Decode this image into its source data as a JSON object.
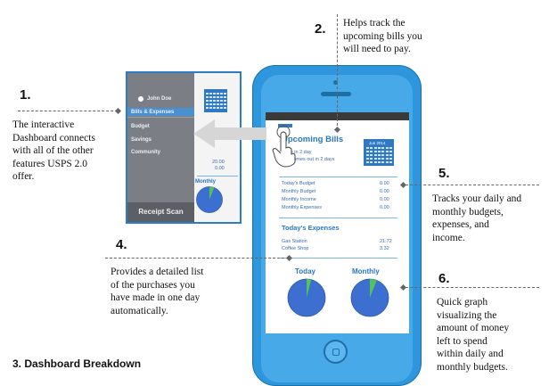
{
  "figure_title": "3. Dashboard Breakdown",
  "callouts": [
    {
      "number": "1.",
      "lines": [
        "The interactive",
        "Dashboard connects",
        "with all of the other",
        "features USPS 2.0",
        "offer."
      ]
    },
    {
      "number": "2.",
      "lines": [
        "Helps track the",
        "upcoming bills you",
        "will need to pay."
      ]
    },
    {
      "number": "4.",
      "lines": [
        "Provides a detailed list",
        "of the purchases you",
        "have made in one day",
        "automatically."
      ]
    },
    {
      "number": "5.",
      "lines": [
        "Tracks your daily and",
        "monthly budgets,",
        "expenses, and",
        "income."
      ]
    },
    {
      "number": "6.",
      "lines": [
        "Quick graph",
        "visualizing the",
        "amount of money",
        "left to spend",
        "within daily and",
        "monthly budgets."
      ]
    }
  ],
  "menu": {
    "user": "John Doe",
    "items": [
      "Bills & Expenses",
      "Budget",
      "Savings",
      "Community"
    ],
    "receipt_button": "Receipt Scan",
    "side_values": [
      "20.00",
      "0.00"
    ],
    "budget_label": "Monthly"
  },
  "dashboard": {
    "bills": {
      "title": "Upcoming Bills",
      "lines": [
        "1 due in 2 day",
        "Bills comes out in 2 days"
      ],
      "calendar_label": "Jun 2014"
    },
    "budgets": [
      {
        "label": "Today's Budget",
        "value": "0.00"
      },
      {
        "label": "Monthly Budget",
        "value": "0.00"
      },
      {
        "label": "Monthly Income",
        "value": "0.00"
      },
      {
        "label": "Monthly Expenses",
        "value": "0.00"
      }
    ],
    "expenses": {
      "title": "Today's Expenses",
      "items": [
        {
          "label": "Gas Station",
          "value": "21.72"
        },
        {
          "label": "Coffee Shop",
          "value": "3.32"
        }
      ]
    },
    "charts": [
      {
        "title": "Today",
        "spent_fraction": 0.04
      },
      {
        "title": "Monthly",
        "spent_fraction": 0.06
      }
    ]
  },
  "colors": {
    "accent": "#2d96dc",
    "chart_fill": "#3d6fd0",
    "chart_slice": "#52c35a"
  }
}
